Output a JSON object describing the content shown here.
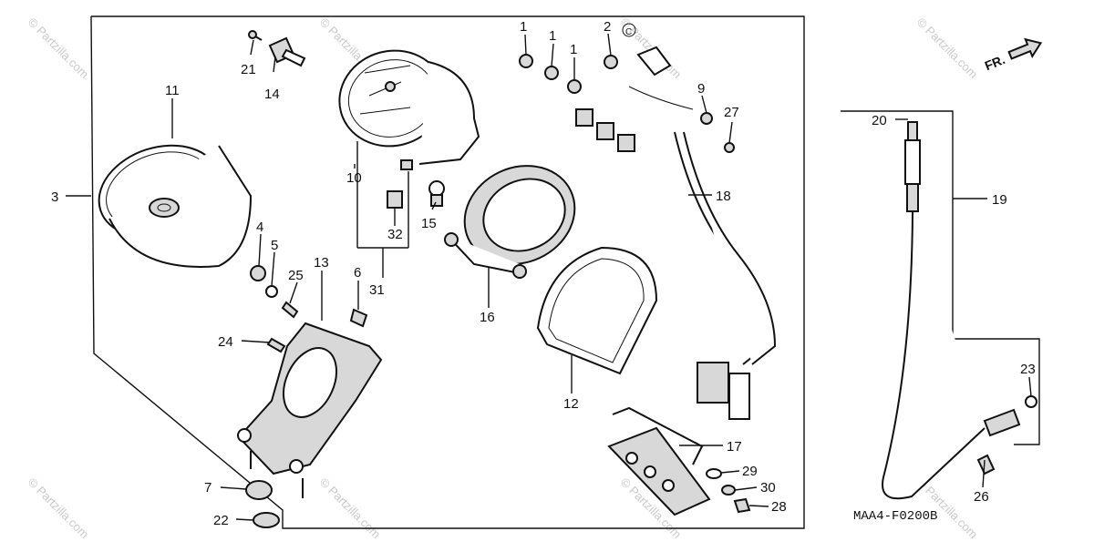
{
  "diagram_code": "MAA4-F0200B",
  "direction_label": "FR.",
  "watermark": "© Partzilla.com",
  "callouts": {
    "c1a": "1",
    "c1b": "1",
    "c1c": "1",
    "c2": "2",
    "c3": "3",
    "c4": "4",
    "c5": "5",
    "c6": "6",
    "c7": "7",
    "c9": "9",
    "c10": "10",
    "c11": "11",
    "c12": "12",
    "c13": "13",
    "c14": "14",
    "c15": "15",
    "c16": "16",
    "c17": "17",
    "c18": "18",
    "c19": "19",
    "c20": "20",
    "c21": "21",
    "c22": "22",
    "c23": "23",
    "c24": "24",
    "c25": "25",
    "c26": "26",
    "c27": "27",
    "c28": "28",
    "c29": "29",
    "c30": "30",
    "c31": "31",
    "c32": "32"
  }
}
